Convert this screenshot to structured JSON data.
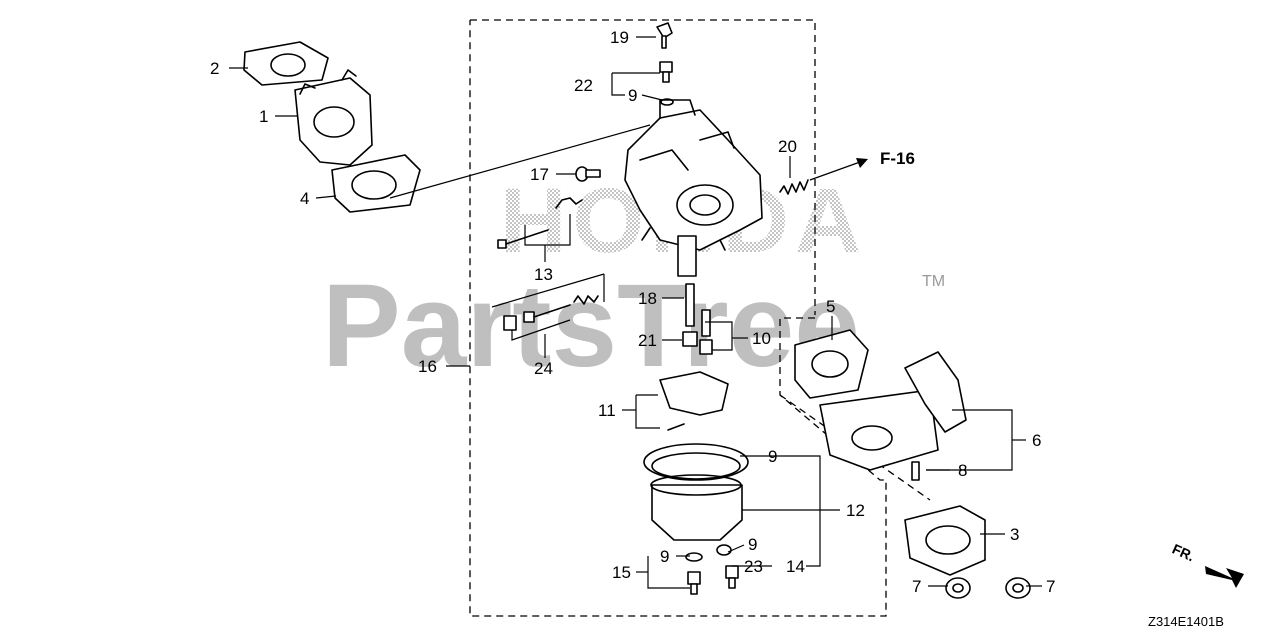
{
  "diagram": {
    "watermark_brand": "HONDA",
    "watermark_site": "PartsTree",
    "trademark": "TM",
    "reference_label": "F-16",
    "front_label": "FR.",
    "diagram_code": "Z314E1401B",
    "callouts": {
      "c1": "1",
      "c2": "2",
      "c3": "3",
      "c4": "4",
      "c5": "5",
      "c6": "6",
      "c7a": "7",
      "c7b": "7",
      "c8": "8",
      "c9_top": "9",
      "c9_bowl": "9",
      "c9_bottom_left": "9",
      "c9_bottom_right": "9",
      "c10": "10",
      "c11": "11",
      "c12": "12",
      "c13": "13",
      "c14": "14",
      "c15": "15",
      "c16": "16",
      "c17": "17",
      "c18": "18",
      "c19": "19",
      "c20": "20",
      "c21": "21",
      "c22": "22",
      "c23": "23",
      "c24": "24"
    }
  }
}
